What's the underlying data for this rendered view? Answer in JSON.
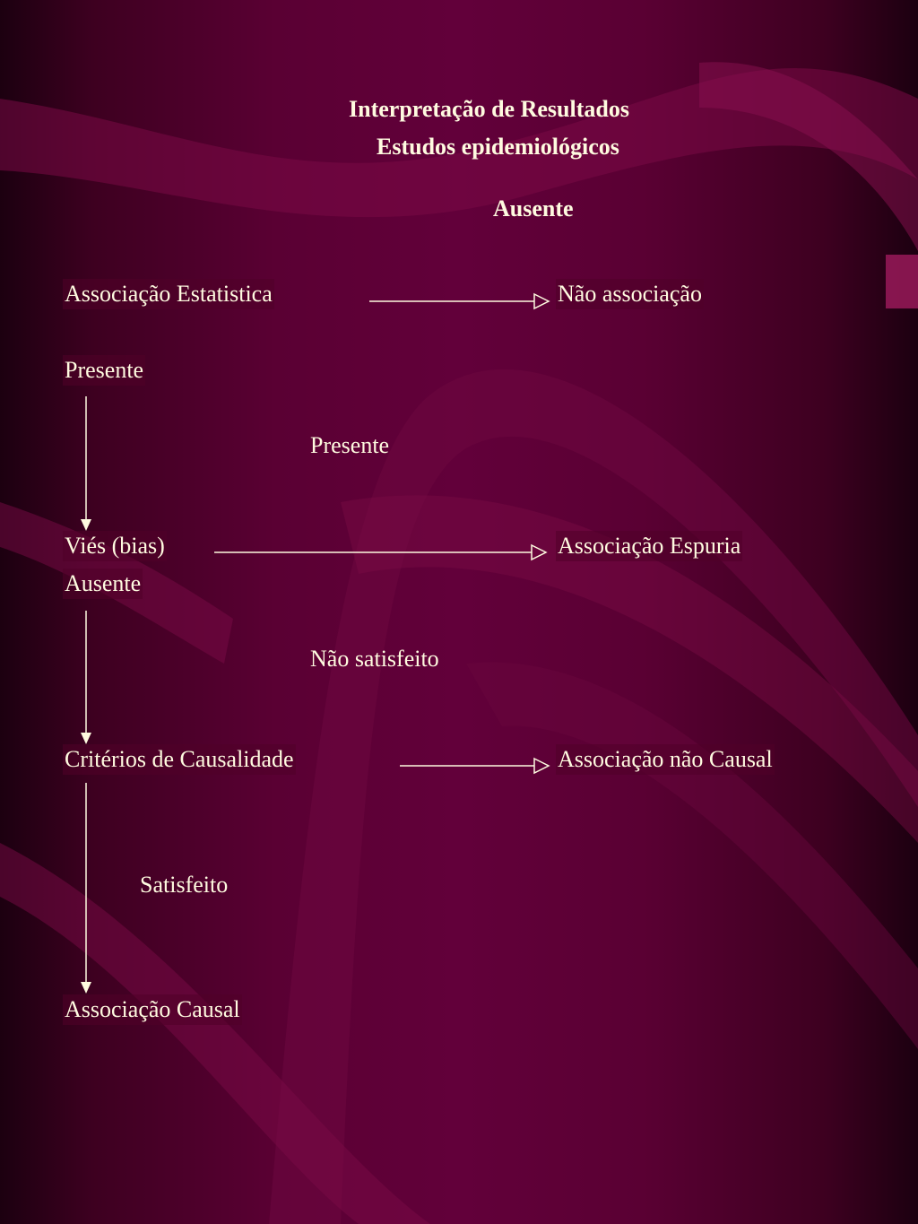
{
  "title": {
    "line1": "Interpretação de Resultados",
    "line2": "Estudos epidemiológicos"
  },
  "nodes": {
    "associacao_estatistica": "Associação Estatistica",
    "nao_associacao": "Não associação",
    "vies": "Viés (bias)",
    "associacao_espuria": "Associação Espuria",
    "criterios": "Critérios de Causalidade",
    "associacao_nao_causal": "Associação não Causal",
    "associacao_causal": "Associação Causal"
  },
  "labels": {
    "ausente_top": "Ausente",
    "presente_left": "Presente",
    "presente_mid": "Presente",
    "ausente_left": "Ausente",
    "nao_satisfeito": "Não satisfeito",
    "satisfeito": "Satisfeito"
  },
  "colors": {
    "background": "#5a0033",
    "text": "#fffbe0",
    "ribbon": "#7a0a45"
  }
}
